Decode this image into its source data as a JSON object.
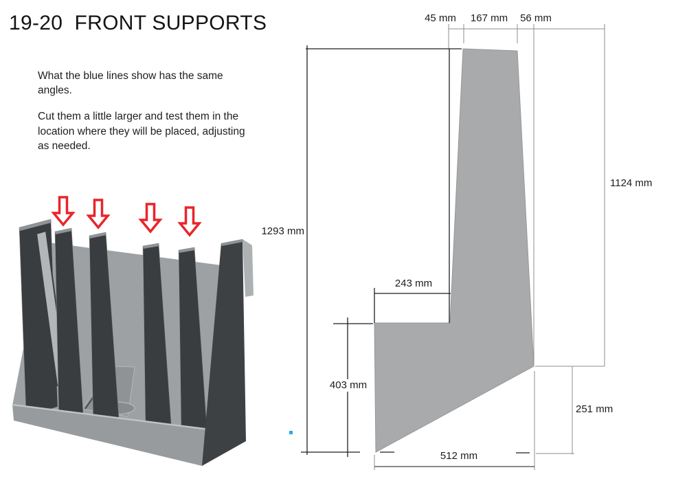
{
  "title": "19-20  FRONT SUPPORTS",
  "notes": {
    "para1": "What the blue lines show has the same angles.",
    "para2": "Cut them a little larger and test them in the location where they will be placed, adjusting as needed."
  },
  "model3d": {
    "description_visible": "3D render of tray with front support fins",
    "red_arrow_count": 4,
    "arrow_color": "#e8252a"
  },
  "drawing": {
    "unit": "mm",
    "measurements": {
      "top_offset_left_mm": 45,
      "top_width_mm": 167,
      "top_offset_right_mm": 56,
      "overall_height_left_mm": 1293,
      "overall_height_right_mm": 1124,
      "step_width_mm": 243,
      "base_height_left_mm": 403,
      "base_height_right_mm": 251,
      "base_width_mm": 512
    },
    "labels": [
      {
        "id": "top-left",
        "text": "45 mm"
      },
      {
        "id": "top-width",
        "text": "167 mm"
      },
      {
        "id": "top-right",
        "text": "56 mm"
      },
      {
        "id": "height-right",
        "text": "1124 mm"
      },
      {
        "id": "height-left",
        "text": "1293 mm"
      },
      {
        "id": "step-width",
        "text": "243 mm"
      },
      {
        "id": "base-left",
        "text": "403 mm"
      },
      {
        "id": "base-right",
        "text": "251 mm"
      },
      {
        "id": "base-width",
        "text": "512 mm"
      }
    ],
    "accent_dot_color": "#29abe2",
    "shape_fill": "#a8aaac",
    "line_black": "#1f1f1f",
    "line_gray": "#8c8c8c"
  }
}
